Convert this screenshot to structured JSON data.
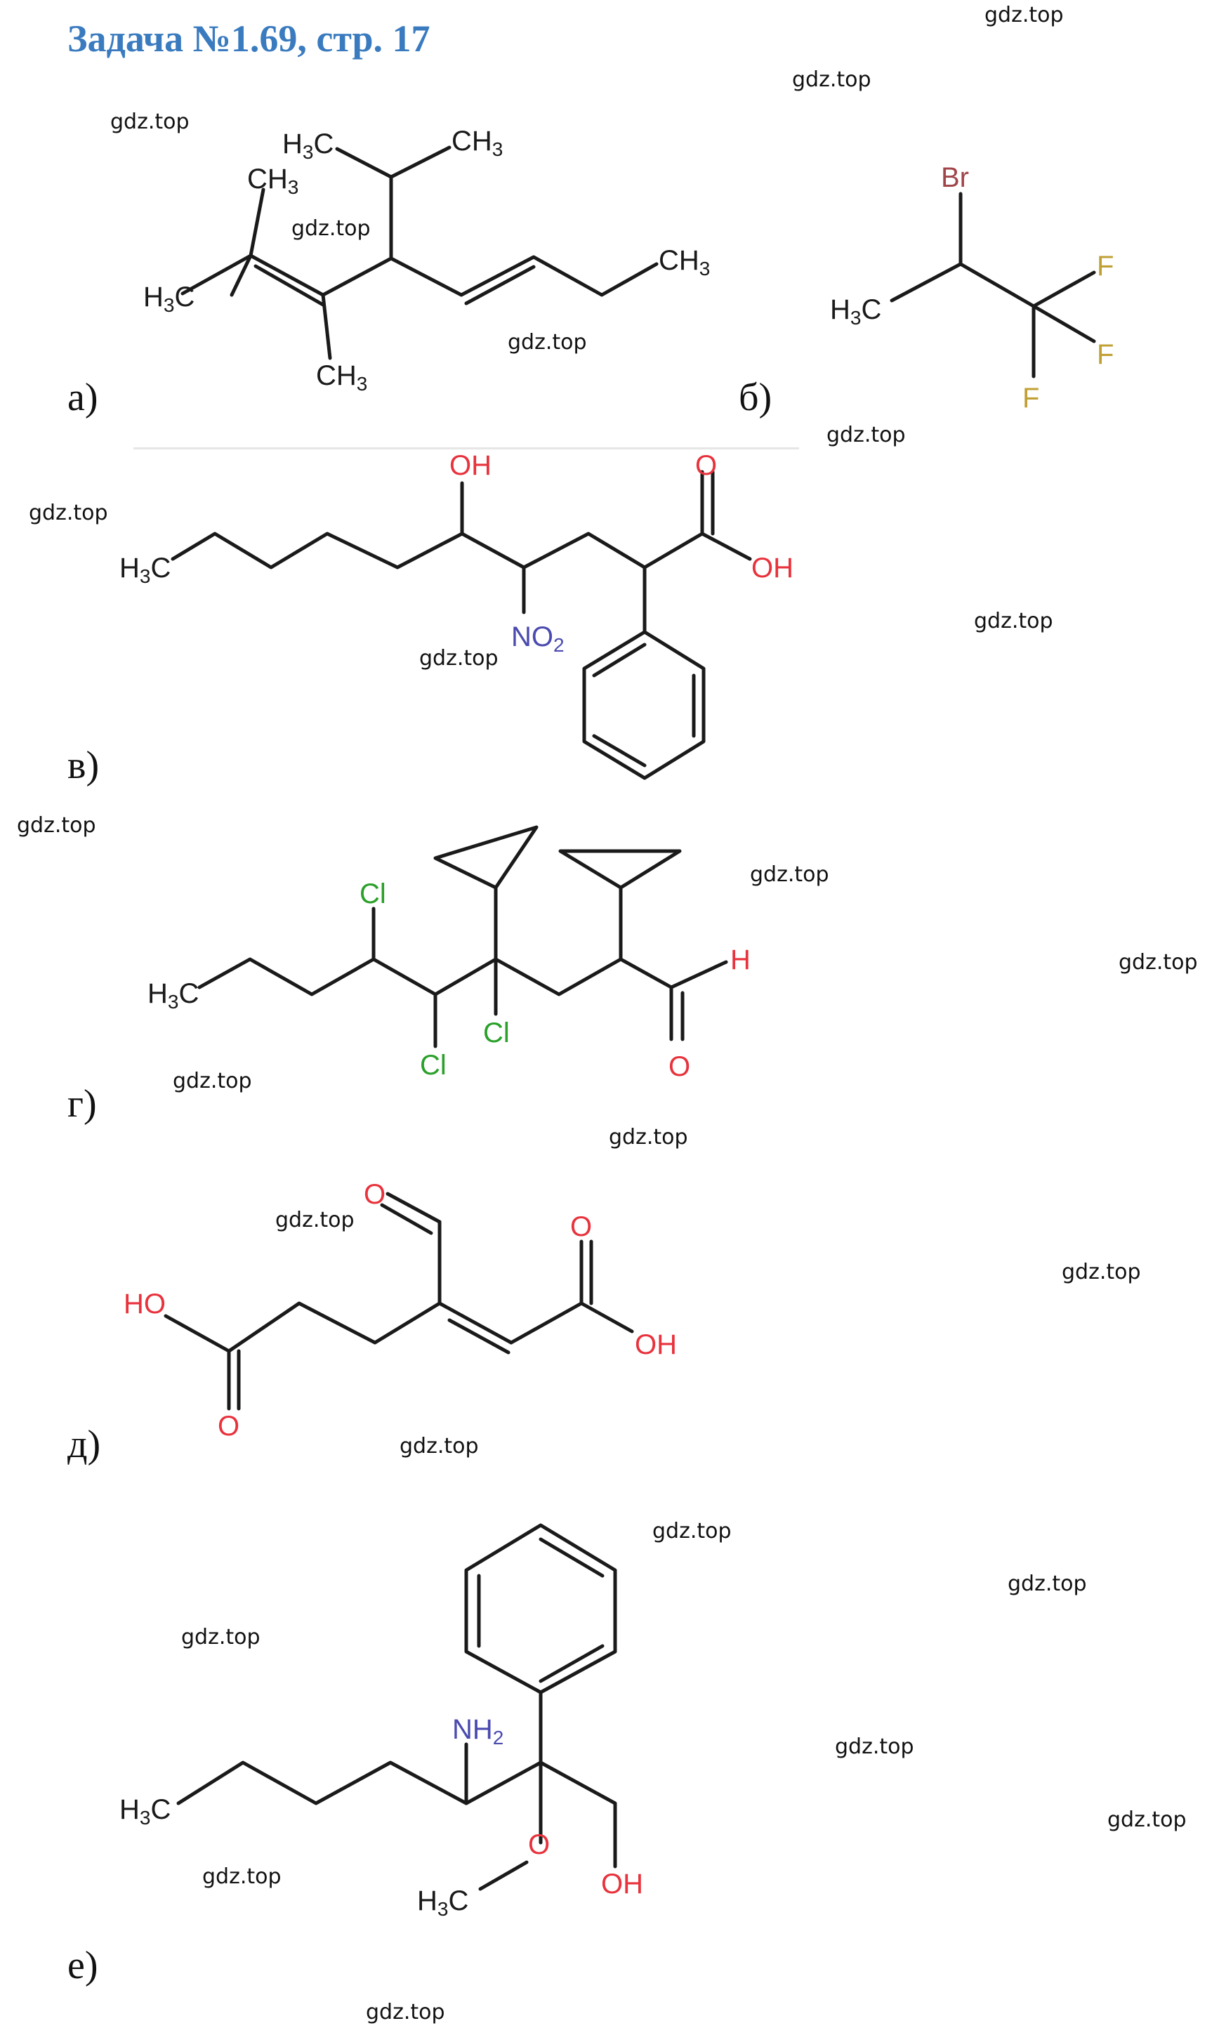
{
  "title": "Задача №1.69, стр. 17",
  "watermark": "gdz.top",
  "labels": {
    "a": "а)",
    "b": "б)",
    "v": "в)",
    "g": "г)",
    "d": "д)",
    "e": "е)"
  },
  "atoms": {
    "ch3": "CH",
    "h3c": "H",
    "h3c_c": "C",
    "sub3": "3",
    "sub2": "2",
    "br": "Br",
    "f": "F",
    "oh": "OH",
    "ho": "HO",
    "o": "O",
    "no": "NO",
    "cl": "Cl",
    "h": "H",
    "nh": "NH"
  },
  "colors": {
    "title": "#3a7bbf",
    "bond": "#1a1a1a",
    "oxygen": "#e8323c",
    "nitrogen": "#4a4ab0",
    "chlorine": "#2aa02a",
    "fluorine": "#c0a035",
    "bromine": "#a0454a"
  }
}
